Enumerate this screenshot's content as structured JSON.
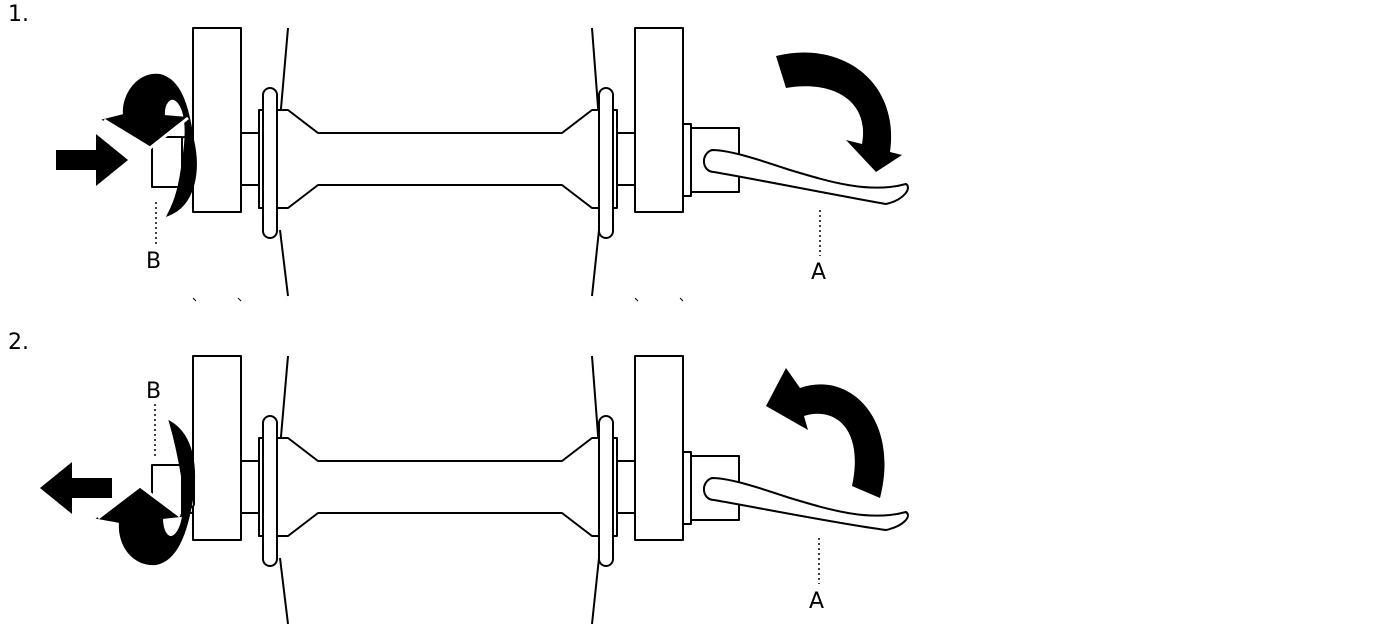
{
  "steps": [
    {
      "number": "1.",
      "label_a": "A",
      "label_b": "B",
      "lever_icon": "curved-arrow-clockwise-icon",
      "nut_icon": "rotation-arrow-tighten-icon",
      "push_icon": "arrow-right-icon"
    },
    {
      "number": "2.",
      "label_a": "A",
      "label_b": "B",
      "lever_icon": "curved-arrow-counterclockwise-icon",
      "nut_icon": "rotation-arrow-loosen-icon",
      "push_icon": "arrow-left-icon"
    }
  ],
  "colors": {
    "line": "#000000",
    "fill": "#ffffff"
  }
}
